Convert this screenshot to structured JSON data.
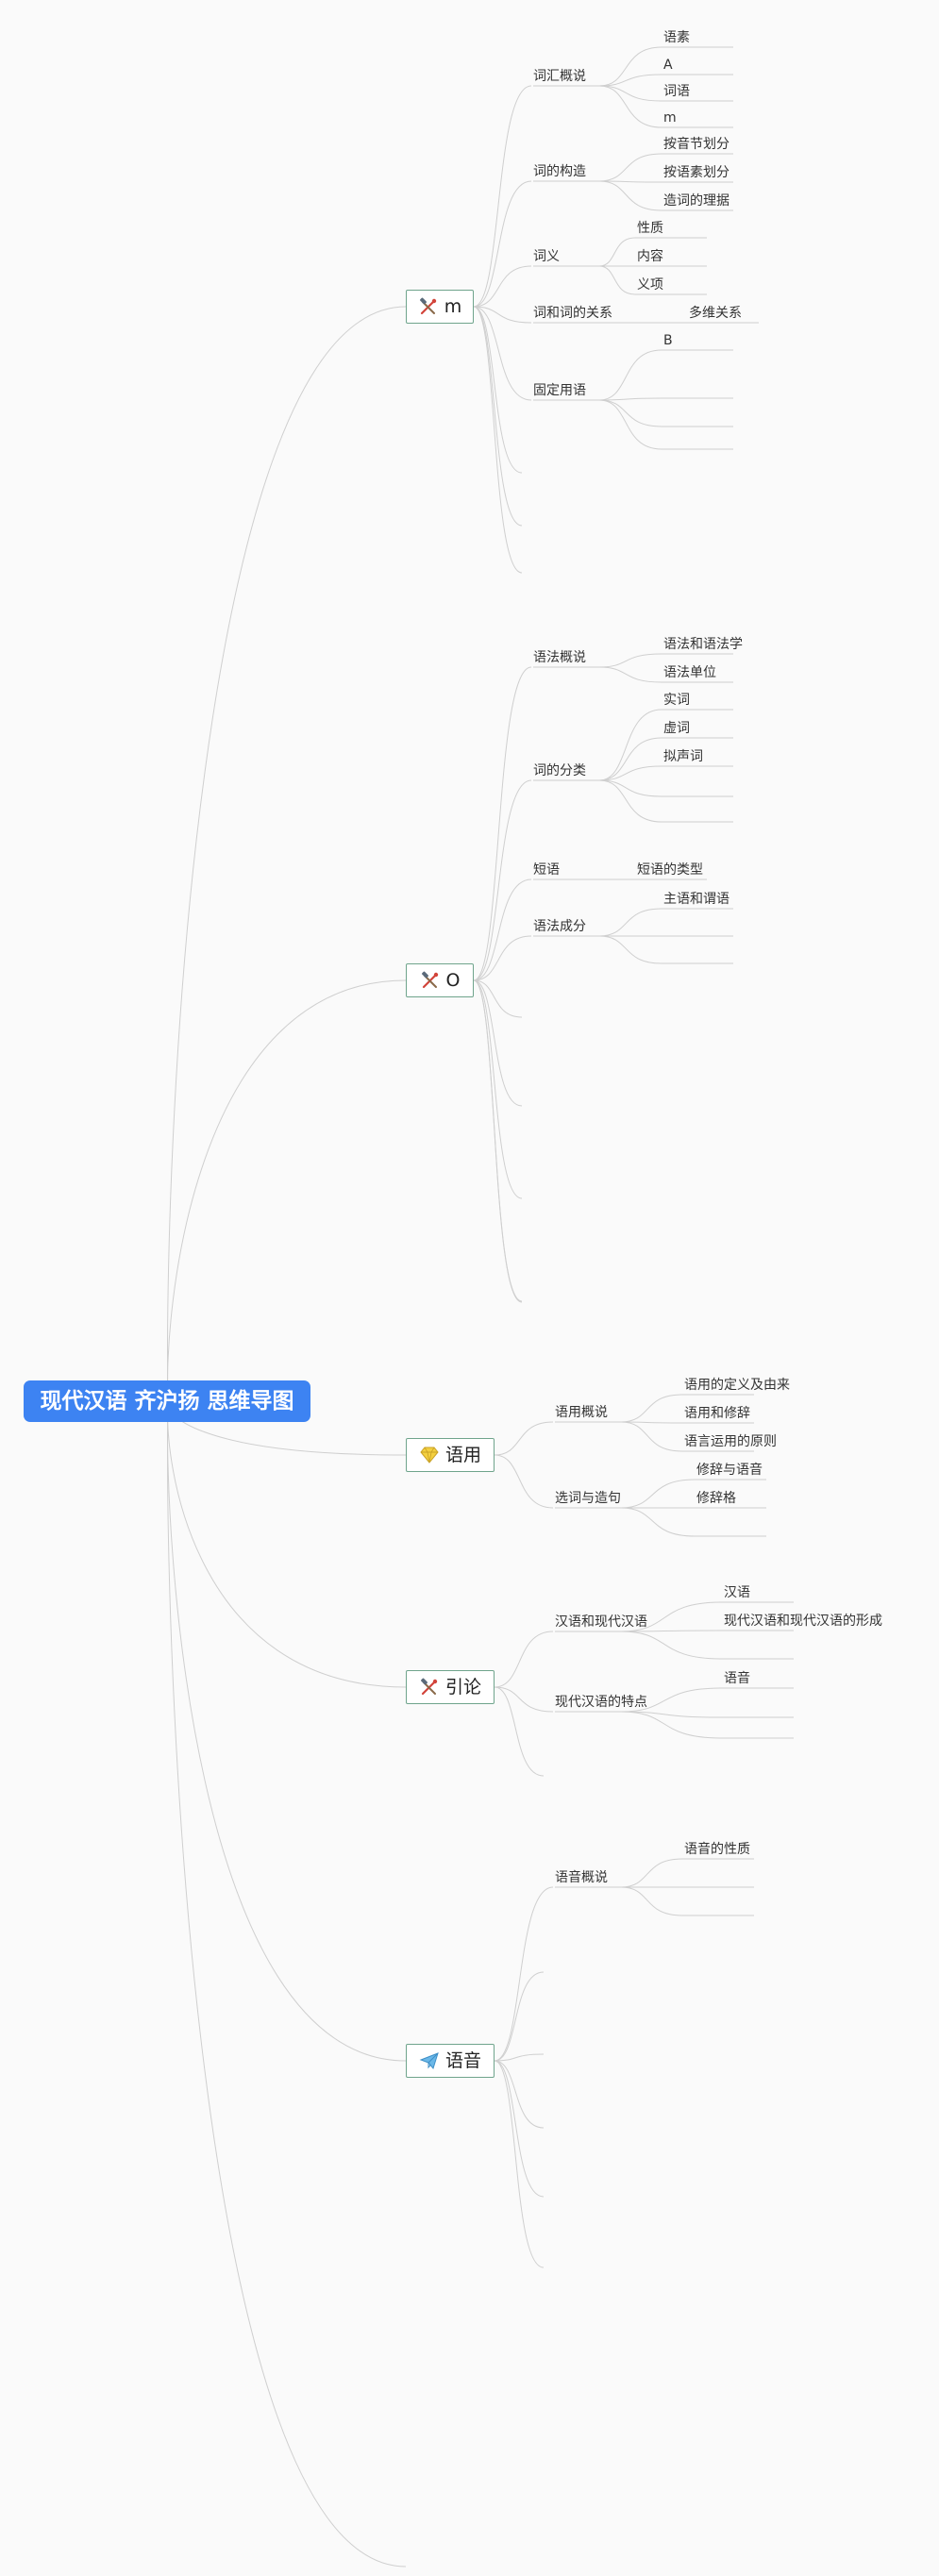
{
  "root": {
    "title": "现代汉语 齐沪扬 思维导图"
  },
  "colors": {
    "root_bg": "#3d83f2",
    "branch_border": "#6fa48c",
    "link": "#cfcfcf"
  },
  "branches": [
    {
      "label": "m",
      "icon": "tools-icon",
      "children": [
        {
          "label": "词汇概说",
          "children": [
            "语素",
            "A",
            "词语",
            "m"
          ]
        },
        {
          "label": "词的构造",
          "children": [
            "按音节划分",
            "按语素划分",
            "造词的理据"
          ]
        },
        {
          "label": "词义",
          "children": [
            "性质",
            "内容",
            "义项"
          ]
        },
        {
          "label": "词和词的关系",
          "children": [
            "多维关系"
          ]
        },
        {
          "label": "固定用语",
          "children": [
            "B",
            "",
            "",
            ""
          ]
        },
        {
          "label": "",
          "children": []
        },
        {
          "label": "",
          "children": []
        },
        {
          "label": "",
          "children": []
        }
      ]
    },
    {
      "label": "O",
      "icon": "tools-icon",
      "children": [
        {
          "label": "语法概说",
          "children": [
            "语法和语法学",
            "语法单位"
          ]
        },
        {
          "label": "词的分类",
          "children": [
            "实词",
            "虚词",
            "拟声词",
            "",
            ""
          ]
        },
        {
          "label": "短语",
          "children": [
            "短语的类型"
          ]
        },
        {
          "label": "语法成分",
          "children": [
            "主语和谓语",
            "",
            ""
          ]
        },
        {
          "label": "",
          "children": []
        },
        {
          "label": "",
          "children": []
        },
        {
          "label": "",
          "children": []
        },
        {
          "label": "",
          "children": []
        },
        {
          "label": "",
          "children": []
        }
      ]
    },
    {
      "label": "语用",
      "icon": "diamond-icon",
      "children": [
        {
          "label": "语用概说",
          "children": [
            "语用的定义及由来",
            "语用和修辞",
            "语言运用的原则"
          ]
        },
        {
          "label": "选词与造句",
          "children": [
            "修辞与语音",
            "修辞格",
            ""
          ]
        }
      ]
    },
    {
      "label": "引论",
      "icon": "tools-icon",
      "children": [
        {
          "label": "汉语和现代汉语",
          "children": [
            "汉语",
            "现代汉语和现代汉语的形成",
            ""
          ]
        },
        {
          "label": "现代汉语的特点",
          "children": [
            "语音",
            "",
            ""
          ]
        },
        {
          "label": "",
          "children": []
        }
      ]
    },
    {
      "label": "语音",
      "icon": "paper-plane-icon",
      "children": [
        {
          "label": "语音概说",
          "children": [
            "语音的性质",
            "",
            ""
          ]
        },
        {
          "label": "",
          "children": []
        },
        {
          "label": "",
          "children": []
        },
        {
          "label": "",
          "children": []
        },
        {
          "label": "",
          "children": []
        },
        {
          "label": "",
          "children": []
        }
      ]
    },
    {
      "label": "",
      "icon": "",
      "children": []
    }
  ]
}
